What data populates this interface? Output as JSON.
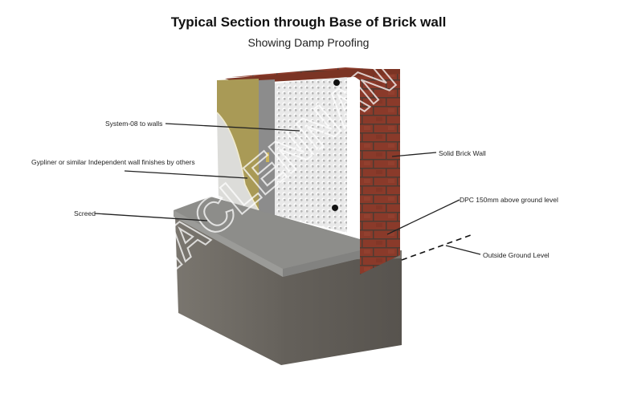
{
  "header": {
    "title": "Typical Section through Base of Brick wall",
    "subtitle": "Showing Damp Proofing"
  },
  "labels": {
    "system08": "System-08 to walls",
    "gypliner": "Gypliner or similar Independent wall finishes by others",
    "screed": "Screed",
    "brick": "Solid Brick Wall",
    "dpc": "DPC 150mm above ground level",
    "ground": "Outside Ground Level"
  },
  "watermark": "MACLENNAN",
  "colors": {
    "brick": "#8a3a2a",
    "mortar": "#5a4a40",
    "insulation": "#a99a56",
    "board": "#d9d9d6",
    "membrane": "#eeeeee",
    "screed": "#8f8f8c",
    "concrete": "#6f6b66",
    "leader": "#222222"
  }
}
